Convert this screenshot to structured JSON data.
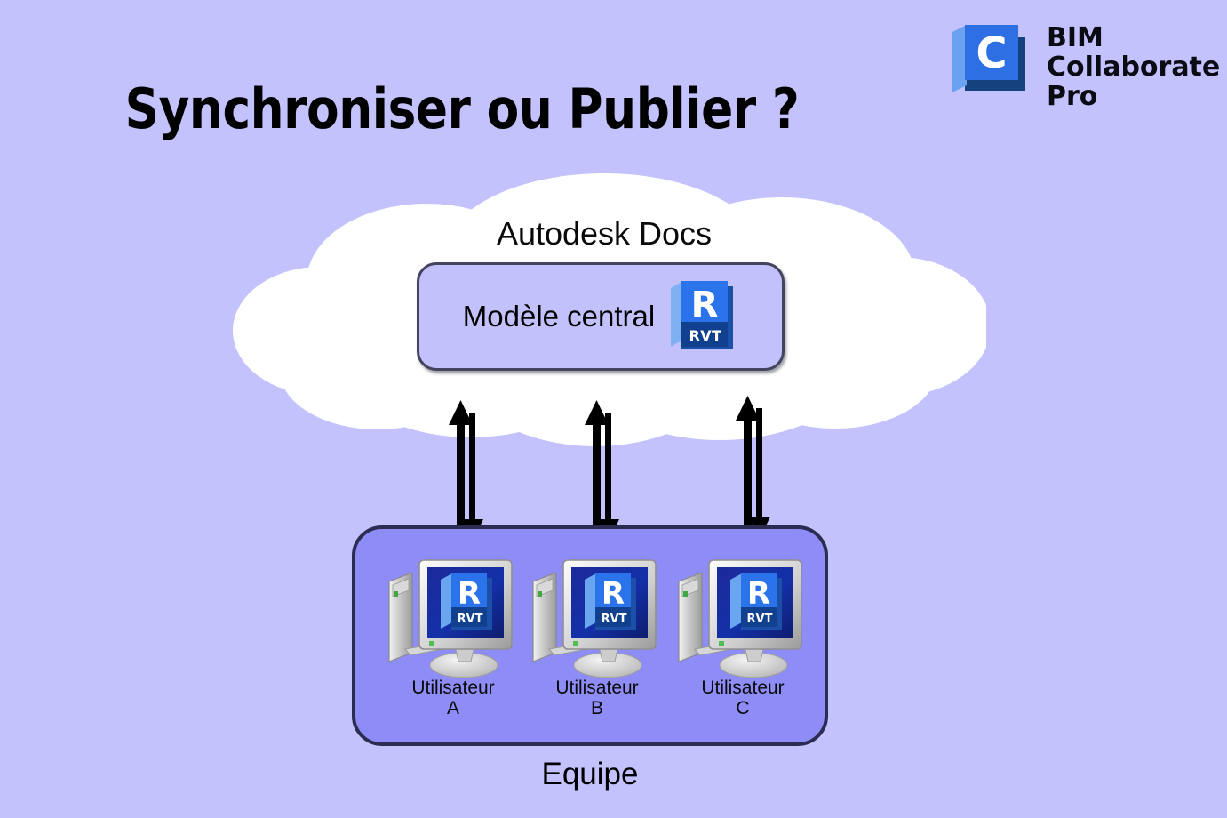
{
  "page": {
    "title": "Synchroniser ou Publier ?",
    "background_color": "#c3c2fd"
  },
  "brand": {
    "icon": "bim-collaborate-pro-icon",
    "icon_letter": "C",
    "line1": "BIM",
    "line2": "Collaborate",
    "line3": "Pro",
    "accent_color": "#2f6fe4",
    "dark_color": "#14427f",
    "light_color": "#6aa2f0"
  },
  "cloud": {
    "name": "autodesk-docs-cloud",
    "label": "Autodesk Docs",
    "fill_color": "#ffffff"
  },
  "central_model": {
    "label": "Modèle central",
    "file_type": "RVT",
    "file_letter": "R",
    "fill_color": "#c2c1fb",
    "border_color": "#44445f"
  },
  "connections": [
    {
      "name": "sync-link-a",
      "up_label": "",
      "down_label": ""
    },
    {
      "name": "sync-link-b",
      "up_label": "",
      "down_label": ""
    },
    {
      "name": "sync-link-c",
      "up_label": "",
      "down_label": ""
    }
  ],
  "team": {
    "label": "Equipe",
    "fill_color": "#8e8df8",
    "border_color": "#2c2c52",
    "members": [
      {
        "name_line1": "Utilisateur",
        "name_line2": "A",
        "app": "RVT",
        "app_letter": "R"
      },
      {
        "name_line1": "Utilisateur",
        "name_line2": "B",
        "app": "RVT",
        "app_letter": "R"
      },
      {
        "name_line1": "Utilisateur",
        "name_line2": "C",
        "app": "RVT",
        "app_letter": "R"
      }
    ]
  }
}
